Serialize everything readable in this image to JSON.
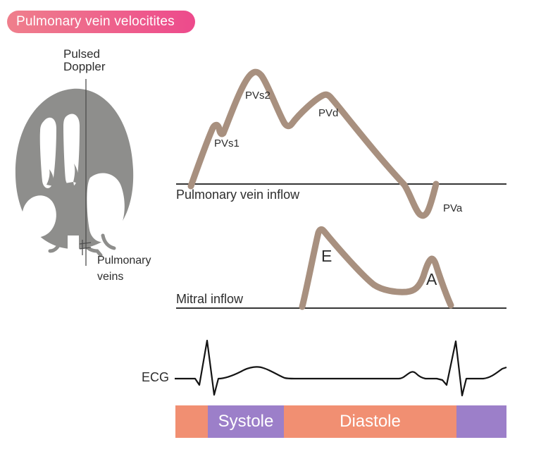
{
  "title": {
    "label": "Pulmonary vein velocitites"
  },
  "colors": {
    "pill_left": "#ef7f8c",
    "pill_right": "#ed4a8c",
    "heart_gray": "#8e8e8c",
    "curve_tan": "#a8907f",
    "bar_salmon": "#f18f72",
    "bar_purple": "#9c7fc9"
  },
  "heart": {
    "probe_label": "Pulsed\nDoppler",
    "veins_label": "Pulmonary\nveins"
  },
  "pv_inflow": {
    "label": "Pulmonary vein inflow",
    "pvs1": "PVs1",
    "pvs2": "PVs2",
    "pvd": "PVd",
    "pva": "PVa"
  },
  "mitral": {
    "label": "Mitral inflow",
    "e_label": "E",
    "a_label": "A"
  },
  "ecg": {
    "label": "ECG"
  },
  "timeline": {
    "segments": [
      {
        "label": "",
        "color": "salmon"
      },
      {
        "label": "Systole",
        "color": "purple"
      },
      {
        "label": "Diastole",
        "color": "salmon"
      },
      {
        "label": "",
        "color": "purple"
      }
    ]
  }
}
